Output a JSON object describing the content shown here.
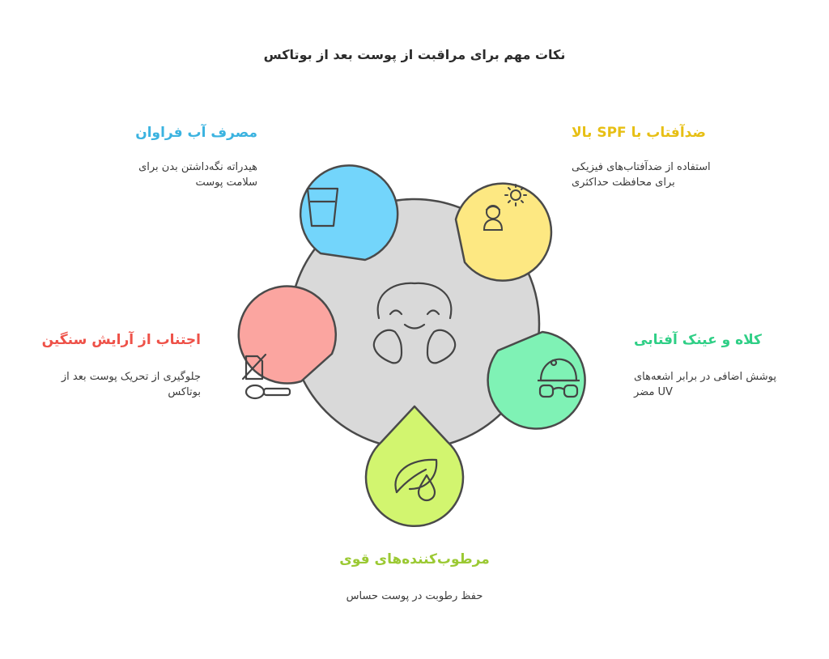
{
  "title": "نکات مهم برای مراقبت از پوست بعد از بوتاکس",
  "colors": {
    "center_fill": "#d9d9d9",
    "outline": "#4a4a4a",
    "blue": "#73d5fb",
    "blue_text": "#3bb3e0",
    "yellow": "#fde882",
    "yellow_text": "#e7bf14",
    "green_mint": "#7ff2b5",
    "green_mint_text": "#2fcf86",
    "lime": "#d2f56f",
    "lime_text": "#9bc933",
    "red": "#fba5a0",
    "red_text": "#ee5148"
  },
  "center": {
    "icon": "smiling-face-with-hands-icon"
  },
  "items": {
    "water": {
      "heading": "مصرف آب فراوان",
      "desc_lines": [
        "هیدراته نگه‌داشتن بدن برای",
        "سلامت پوست"
      ],
      "icon": "water-glass-icon"
    },
    "sunscreen": {
      "heading": "ضدآفتاب با SPF بالا",
      "desc_lines": [
        "استفاده از ضدآفتاب‌های فیزیکی",
        "برای محافظت حداکثری"
      ],
      "icon": "sun-and-person-icon"
    },
    "hat": {
      "heading": "کلاه و عینک آفتابی",
      "desc_lines": [
        "پوشش اضافی در برابر اشعه‌های",
        "UV مضر"
      ],
      "icon": "hat-and-glasses-icon"
    },
    "moisturizer": {
      "heading": "مرطوب‌کننده‌های قوی",
      "desc_lines": [
        "حفظ رطوبت در پوست حساس"
      ],
      "icon": "leaf-and-droplet-icon"
    },
    "makeup": {
      "heading": "اجتناب از آرایش سنگین",
      "desc_lines": [
        "جلوگیری از تحریک پوست بعد از",
        "بوتاکس"
      ],
      "icon": "no-makeup-icon"
    }
  }
}
